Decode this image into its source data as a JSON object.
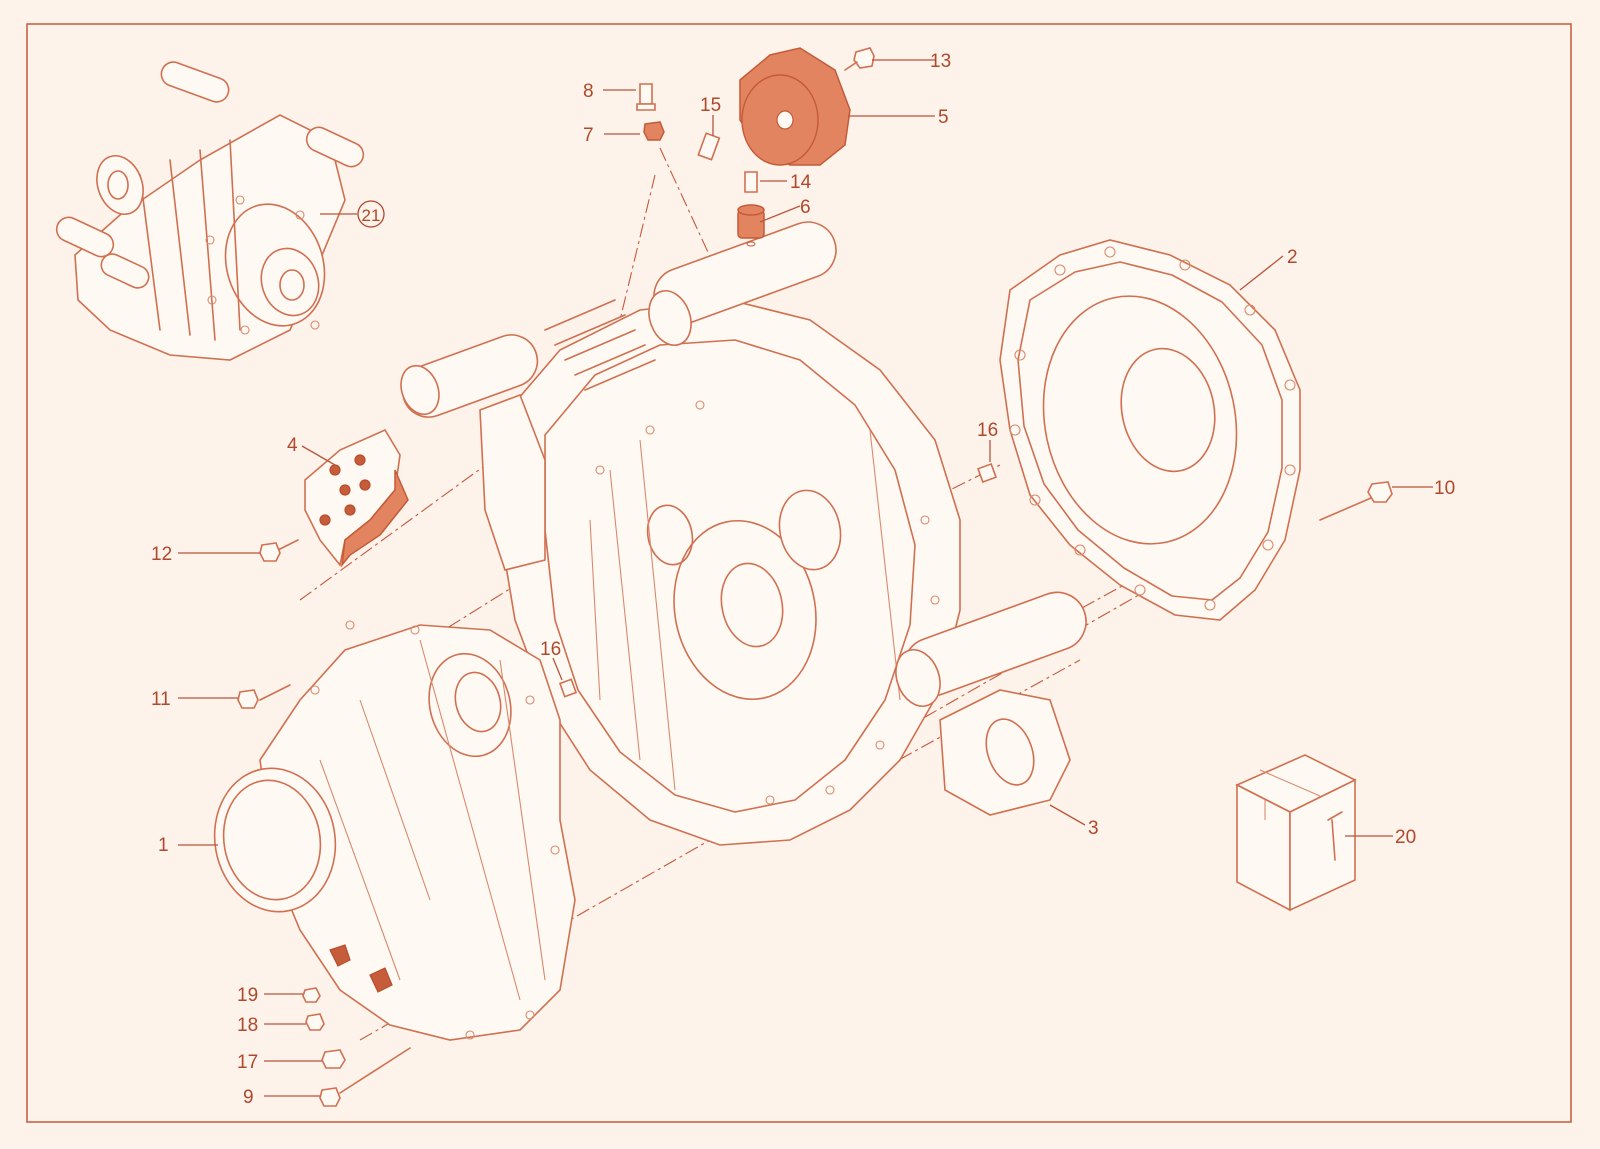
{
  "diagram": {
    "colors": {
      "line": "#d07050",
      "accent": "#e28460",
      "label": "#b0482c",
      "background": "#fdf3ea"
    },
    "callouts": [
      {
        "id": "c1",
        "label": "1"
      },
      {
        "id": "c2",
        "label": "2"
      },
      {
        "id": "c3",
        "label": "3"
      },
      {
        "id": "c4",
        "label": "4"
      },
      {
        "id": "c5",
        "label": "5"
      },
      {
        "id": "c6",
        "label": "6"
      },
      {
        "id": "c7",
        "label": "7"
      },
      {
        "id": "c8",
        "label": "8"
      },
      {
        "id": "c9",
        "label": "9"
      },
      {
        "id": "c10",
        "label": "10"
      },
      {
        "id": "c11",
        "label": "11"
      },
      {
        "id": "c12",
        "label": "12"
      },
      {
        "id": "c13",
        "label": "13"
      },
      {
        "id": "c14",
        "label": "14"
      },
      {
        "id": "c15",
        "label": "15"
      },
      {
        "id": "c16a",
        "label": "16"
      },
      {
        "id": "c16b",
        "label": "16"
      },
      {
        "id": "c17",
        "label": "17"
      },
      {
        "id": "c18",
        "label": "18"
      },
      {
        "id": "c19",
        "label": "19"
      },
      {
        "id": "c20",
        "label": "20"
      },
      {
        "id": "c21",
        "label": "21"
      }
    ]
  }
}
